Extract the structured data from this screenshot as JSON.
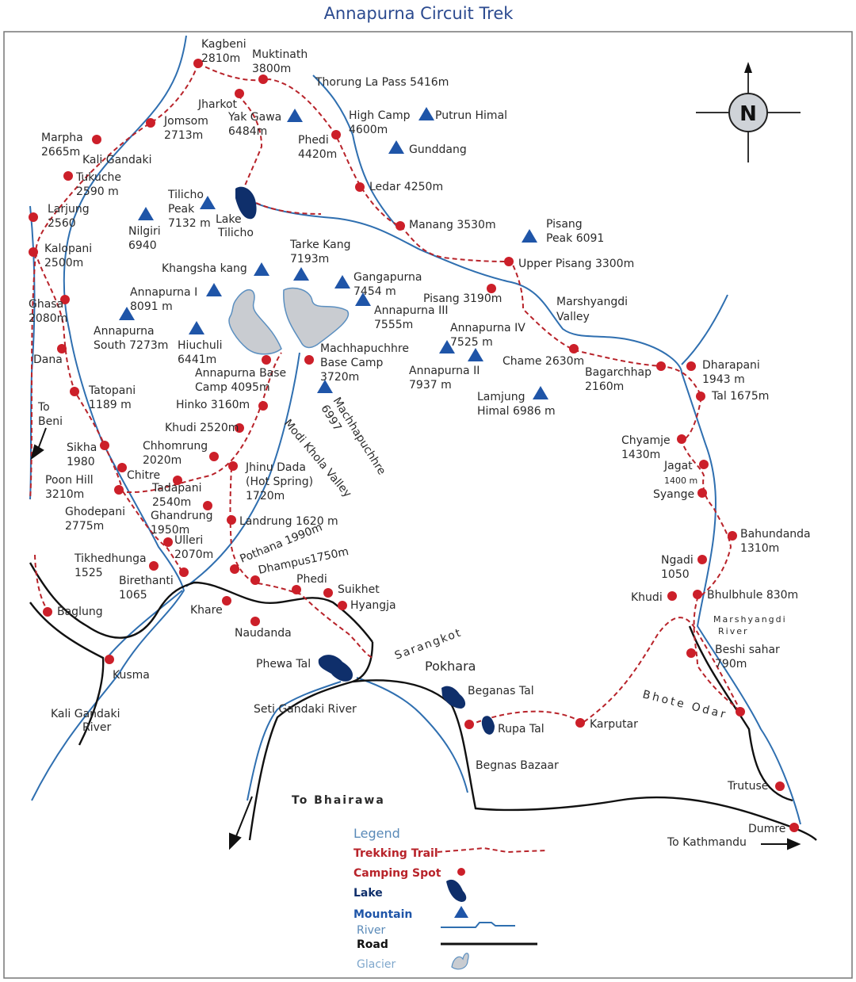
{
  "title": "Annapurna Circuit Trek",
  "colors": {
    "trail": "#b8232a",
    "spot": "#cc1f29",
    "lake": "#0f2f6b",
    "mountain": "#1f55a8",
    "river": "#2f6fb0",
    "road": "#111111",
    "glacier": "#c9ccd1",
    "title": "#2b4a8f"
  },
  "compass": {
    "letter": "N"
  },
  "spots": [
    {
      "id": "kagbeni",
      "lines": [
        "Kagbeni",
        "2810m"
      ]
    },
    {
      "id": "muktinath",
      "lines": [
        "Muktinath",
        "3800m"
      ]
    },
    {
      "id": "jharkot",
      "lines": [
        "Jharkot"
      ]
    },
    {
      "id": "jomsom",
      "lines": [
        "Jomsom",
        "2713m"
      ]
    },
    {
      "id": "marpha",
      "lines": [
        "Marpha",
        "2665m"
      ]
    },
    {
      "id": "tukuche",
      "lines": [
        "Tukuche",
        "2590 m"
      ]
    },
    {
      "id": "larjung",
      "lines": [
        "Larjung",
        "2560"
      ]
    },
    {
      "id": "kalopani",
      "lines": [
        "Kalopani",
        "2500m"
      ]
    },
    {
      "id": "ghasa",
      "lines": [
        "Ghasa",
        "2080m"
      ]
    },
    {
      "id": "dana",
      "lines": [
        "Dana"
      ]
    },
    {
      "id": "tatopani",
      "lines": [
        "Tatopani",
        "1189 m"
      ]
    },
    {
      "id": "sikha",
      "lines": [
        "Sikha",
        "1980"
      ]
    },
    {
      "id": "chitre",
      "lines": [
        "Chitre"
      ]
    },
    {
      "id": "ghodepani",
      "lines": [
        "Ghodepani",
        "2775m"
      ]
    },
    {
      "id": "tikhedhunga",
      "lines": [
        "Tikhedhunga",
        "1525"
      ]
    },
    {
      "id": "birethanti",
      "lines": [
        "Birethanti",
        "1065"
      ]
    },
    {
      "id": "baglung",
      "lines": [
        "Baglung"
      ]
    },
    {
      "id": "kusma",
      "lines": [
        "Kusma"
      ]
    },
    {
      "id": "khare",
      "lines": [
        "Khare"
      ]
    },
    {
      "id": "naudanda",
      "lines": [
        "Naudanda"
      ]
    },
    {
      "id": "ulleri",
      "lines": [
        "Ulleri",
        "2070m"
      ]
    },
    {
      "id": "ghandrung",
      "lines": [
        "Ghandrung",
        "1950m"
      ]
    },
    {
      "id": "tadapani",
      "lines": [
        "Tadapani",
        "2540m"
      ]
    },
    {
      "id": "chhomrung",
      "lines": [
        "Chhomrung",
        "2020m"
      ]
    },
    {
      "id": "khudi-top",
      "lines": [
        "Khudi 2520m"
      ]
    },
    {
      "id": "hinko",
      "lines": [
        "Hinko 3160m"
      ]
    },
    {
      "id": "abc",
      "lines": [
        "Annapurna Base",
        "Camp 4095m"
      ]
    },
    {
      "id": "mbc",
      "lines": [
        "Machhapuchhre",
        "Base Camp",
        "3720m"
      ]
    },
    {
      "id": "jhinu",
      "lines": [
        "Jhinu Dada",
        "(Hot Spring)",
        "1720m"
      ]
    },
    {
      "id": "landrung",
      "lines": [
        "Landrung 1620 m"
      ]
    },
    {
      "id": "pothana",
      "lines": [
        "Pothana 1990m"
      ]
    },
    {
      "id": "dhampus",
      "lines": [
        "Dhampus1750m"
      ]
    },
    {
      "id": "phedi-s",
      "lines": [
        "Phedi"
      ]
    },
    {
      "id": "suikhet",
      "lines": [
        "Suikhet"
      ]
    },
    {
      "id": "hyangja",
      "lines": [
        "Hyangja"
      ]
    },
    {
      "id": "phedi-n",
      "lines": [
        "Phedi",
        "4420m"
      ]
    },
    {
      "id": "ledar",
      "lines": [
        "Ledar 4250m"
      ]
    },
    {
      "id": "manang",
      "lines": [
        "Manang 3530m"
      ]
    },
    {
      "id": "upper-pisang",
      "lines": [
        "Upper Pisang 3300m"
      ]
    },
    {
      "id": "pisang",
      "lines": [
        "Pisang 3190m"
      ]
    },
    {
      "id": "chame",
      "lines": [
        "Chame 2630m"
      ]
    },
    {
      "id": "bagarchhap",
      "lines": [
        "Bagarchhap",
        "2160m"
      ]
    },
    {
      "id": "dharapani",
      "lines": [
        "Dharapani",
        "1943 m"
      ]
    },
    {
      "id": "tal",
      "lines": [
        "Tal 1675m"
      ]
    },
    {
      "id": "chyamje",
      "lines": [
        "Chyamje",
        "1430m"
      ]
    },
    {
      "id": "jagat",
      "lines": [
        "Jagat",
        "1400 m"
      ]
    },
    {
      "id": "syange",
      "lines": [
        "Syange"
      ]
    },
    {
      "id": "bahundanda",
      "lines": [
        "Bahundanda",
        "1310m"
      ]
    },
    {
      "id": "ngadi",
      "lines": [
        "Ngadi",
        "1050"
      ]
    },
    {
      "id": "khudi",
      "lines": [
        "Khudi"
      ]
    },
    {
      "id": "bhulbhule",
      "lines": [
        "Bhulbhule 830m"
      ]
    },
    {
      "id": "beshi-sahar",
      "lines": [
        "Beshi sahar",
        "790m"
      ]
    },
    {
      "id": "bhote-odar-spot",
      "lines": []
    },
    {
      "id": "karputar",
      "lines": [
        "Karputar"
      ]
    },
    {
      "id": "rupa-spot",
      "lines": []
    },
    {
      "id": "trutuse",
      "lines": [
        "Trutuse"
      ]
    },
    {
      "id": "dumre",
      "lines": [
        "Dumre"
      ]
    }
  ],
  "mountains": [
    {
      "id": "yak-gawa",
      "lines": [
        "Yak Gawa",
        "6484m"
      ]
    },
    {
      "id": "putrun",
      "lines": [
        "Putrun Himal"
      ]
    },
    {
      "id": "gunddang",
      "lines": [
        "Gunddang"
      ]
    },
    {
      "id": "tilicho-peak",
      "lines": [
        "Tilicho",
        "Peak",
        "7132 m"
      ]
    },
    {
      "id": "nilgiri",
      "lines": [
        "Nilgiri",
        "6940"
      ]
    },
    {
      "id": "pisang-peak",
      "lines": [
        "Pisang",
        "Peak 6091"
      ]
    },
    {
      "id": "tarke-kang",
      "lines": [
        "Tarke Kang",
        "7193m"
      ]
    },
    {
      "id": "khangsha",
      "lines": [
        "Khangsha kang"
      ]
    },
    {
      "id": "annapurna-i",
      "lines": [
        "Annapurna I",
        "8091 m"
      ]
    },
    {
      "id": "gangapurna",
      "lines": [
        "Gangapurna",
        "7454 m"
      ]
    },
    {
      "id": "annapurna-iii",
      "lines": [
        "Annapurna III",
        "7555m"
      ]
    },
    {
      "id": "annapurna-south",
      "lines": [
        "Annapurna",
        "South 7273m"
      ]
    },
    {
      "id": "hiuchuli",
      "lines": [
        "Hiuchuli",
        "6441m"
      ]
    },
    {
      "id": "annapurna-iv",
      "lines": [
        "Annapurna IV",
        "7525 m"
      ]
    },
    {
      "id": "annapurna-ii",
      "lines": [
        "Annapurna II",
        "7937 m"
      ]
    },
    {
      "id": "lamjung",
      "lines": [
        "Lamjung",
        "Himal 6986 m"
      ]
    },
    {
      "id": "machhapuchhre",
      "lines": [
        "Machhapuchhre",
        "6997"
      ]
    }
  ],
  "labels": {
    "thorung": "Thorung La Pass  5416m",
    "high_camp": [
      "High Camp",
      "4600m"
    ],
    "kali_gandaki_top": "Kali Gandaki",
    "lake_tilicho": [
      "Lake",
      "Tilicho"
    ],
    "marshyangdi_valley": [
      "Marshyangdi",
      "Valley"
    ],
    "to_beni": [
      "To",
      "Beni"
    ],
    "poon_hill": [
      "Poon Hill",
      "3210m"
    ],
    "modi_khola": "Modi Khola Valley",
    "sarangkot": "Sarangkot",
    "pokhara": "Pokhara",
    "phewa_tal": "Phewa Tal",
    "beganas_tal": "Beganas Tal",
    "rupa_tal": "Rupa Tal",
    "begnas_bazaar": "Begnas Bazaar",
    "seti_gandaki": "Seti Gandaki River",
    "kali_gandaki_river": [
      "Kali  Gandaki",
      "River"
    ],
    "marshyangdi_river": [
      "Marshyangdi",
      "River"
    ],
    "bhote_odar": "Bhote Odar",
    "to_bhairawa": "To Bhairawa",
    "to_kathmandu": "To Kathmandu"
  },
  "legend": {
    "title": "Legend",
    "items": [
      "Trekking Trail",
      "Camping Spot",
      "Lake",
      "Mountain",
      "River",
      "Road",
      "Glacier"
    ]
  }
}
